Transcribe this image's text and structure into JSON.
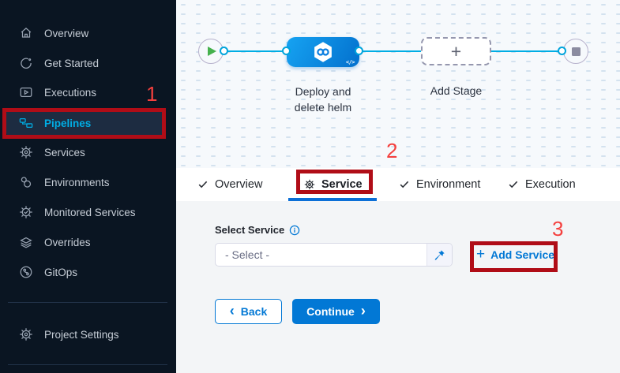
{
  "sidebar": {
    "items": [
      {
        "label": "Overview",
        "icon": "home-icon"
      },
      {
        "label": "Get Started",
        "icon": "get-started-icon"
      },
      {
        "label": "Executions",
        "icon": "executions-icon"
      },
      {
        "label": "Pipelines",
        "icon": "pipelines-icon",
        "active": true
      },
      {
        "label": "Services",
        "icon": "services-icon"
      },
      {
        "label": "Environments",
        "icon": "environments-icon"
      },
      {
        "label": "Monitored Services",
        "icon": "monitored-services-icon"
      },
      {
        "label": "Overrides",
        "icon": "overrides-icon"
      },
      {
        "label": "GitOps",
        "icon": "gitops-icon"
      }
    ],
    "footer_item": {
      "label": "Project Settings",
      "icon": "gear-icon"
    }
  },
  "pipeline_canvas": {
    "stage_name_line1": "Deploy and",
    "stage_name_line2": "delete helm",
    "stage_code_icon": "</>",
    "add_stage_label": "Add Stage",
    "add_stage_plus": "+"
  },
  "tabs": {
    "items": [
      {
        "label": "Overview",
        "icon": "check-icon"
      },
      {
        "label": "Service",
        "icon": "gear-icon",
        "active": true
      },
      {
        "label": "Environment",
        "icon": "check-icon"
      },
      {
        "label": "Execution",
        "icon": "check-icon"
      }
    ]
  },
  "service_form": {
    "label": "Select Service",
    "select": {
      "value": "- Select -",
      "pin_icon": "pin-icon"
    },
    "add_service": {
      "plus": "+",
      "label": "Add Service"
    },
    "back_button": {
      "chevron": "‹",
      "label": "Back"
    },
    "continue_button": {
      "label": "Continue",
      "chevron": "›"
    }
  },
  "annotations": {
    "step1": "1",
    "step2": "2",
    "step3": "3"
  },
  "colors": {
    "accent_blue": "#0278d5",
    "pipeline_cyan": "#00ade4",
    "annotation_red": "#b00d17",
    "sidebar_bg": "#0a1522",
    "stage_blue": "#0f8ce4"
  }
}
